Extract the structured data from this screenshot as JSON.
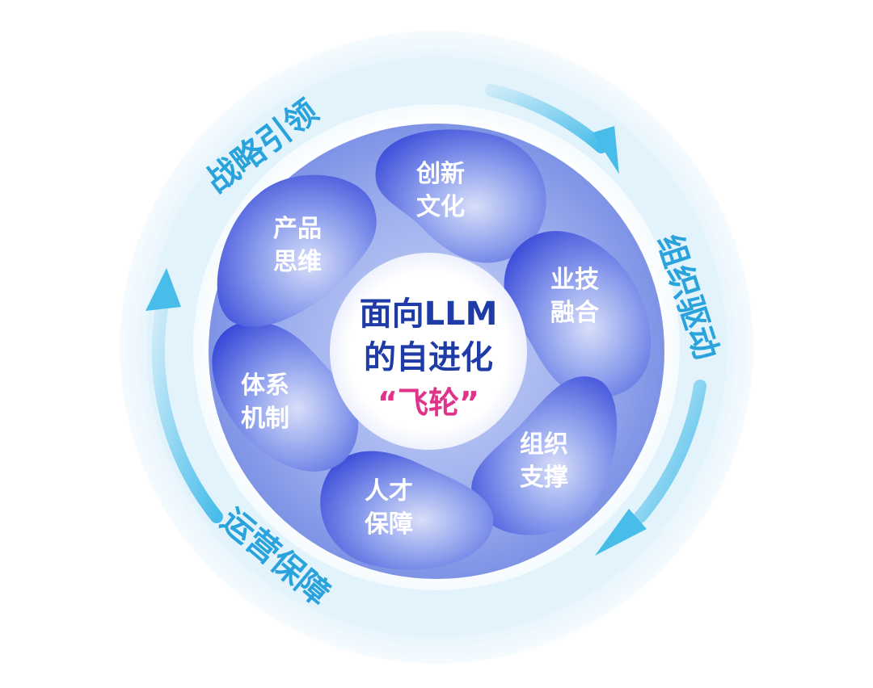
{
  "colors": {
    "ring_text": "#2aa3dc",
    "arrow": "#49bde9",
    "blob_dark": "#2f3fd6",
    "center_text": "#1f3ba8",
    "center_accent": "#e0338a",
    "blob_text": "#ffffff"
  },
  "center": {
    "line1": "面向LLM",
    "line2": "的自进化",
    "line3": "“飞轮”"
  },
  "blobs": [
    {
      "line1": "创新",
      "line2": "文化"
    },
    {
      "line1": "业技",
      "line2": "融合"
    },
    {
      "line1": "组织",
      "line2": "支撑"
    },
    {
      "line1": "人才",
      "line2": "保障"
    },
    {
      "line1": "体系",
      "line2": "机制"
    },
    {
      "line1": "产品",
      "line2": "思维"
    }
  ],
  "ring": {
    "top_left": "战略引领",
    "right": "组织驱动",
    "bottom_left": "运营保障"
  }
}
